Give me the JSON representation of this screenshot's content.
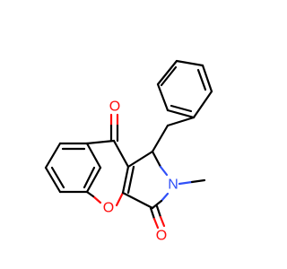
{
  "molecule": {
    "atoms": [
      {
        "symbol": "O",
        "role": "ketone-oxygen",
        "color": "#ff0d0d"
      },
      {
        "symbol": "O",
        "role": "ring-oxygen",
        "color": "#ff0d0d"
      },
      {
        "symbol": "O",
        "role": "lactam-oxygen",
        "color": "#ff0d0d"
      },
      {
        "symbol": "N",
        "role": "ring-nitrogen",
        "color": "#3050f8"
      }
    ]
  }
}
